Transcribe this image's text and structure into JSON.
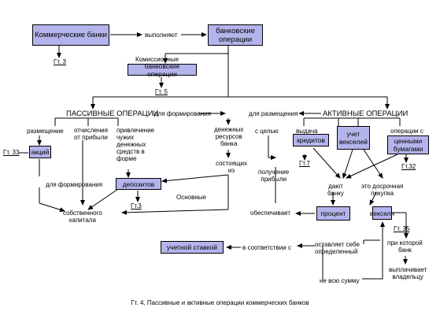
{
  "diagram": {
    "boxes": {
      "commercial_banks": "Коммерческие банки",
      "bank_operations": "банковские операции",
      "commission_ops": "банковские операции",
      "shares": "акций",
      "deposits": "депозитов",
      "credits": "кредитов",
      "bills": "учет векселей",
      "securities": "ценными бумагами",
      "percent": "процент",
      "bill": "векселя",
      "discount_rate": "учетной ставкой"
    },
    "labels": {
      "performs": "выполняют",
      "commission": "Комиссионные",
      "passive": "ПАССИВНЫЕ ОПЕРАЦИИ",
      "for_forming_top": "для формирования",
      "for_placement": "для размещения",
      "active": "АКТИВНЫЕ ОПЕРАЦИИ",
      "placement": "размещение",
      "deductions_1": "отчисления",
      "deductions_2": "от прибыли",
      "attract_1": "привлечение",
      "attract_2": "чужих",
      "attract_3": "денежных",
      "attract_4": "средств в",
      "attract_5": "форме",
      "money_1": "денежных",
      "money_2": "ресурсов",
      "money_3": "банка",
      "consist_1": "состоящих",
      "consist_2": "из",
      "aim": "с целью",
      "issue": "выдача",
      "ops_with": "операции с",
      "for_forming": "для формирования",
      "main": "Основные",
      "own_capital_1": "собственного",
      "own_capital_2": "капитала",
      "profit_1": "получение",
      "profit_2": "прибыли",
      "ensures": "обеспечивает",
      "give_bank_1": "дают",
      "give_bank_2": "банку",
      "early_buy_1": "это досрочная",
      "early_buy_2": "покупка",
      "at_which_1": "при которой",
      "at_which_2": "банк",
      "pays_1": "выплачивает",
      "pays_2": "владельцу",
      "keeps_1": "оставляет себе",
      "keeps_2": "определенный",
      "accordance": "в соответствии с",
      "not_whole": "не всю сумму"
    },
    "refs": {
      "r1": "Гт. 3",
      "r2": "Гт. 5",
      "r3": "Гт. 33",
      "r4": "Гт.3",
      "r5": "Гт.7",
      "r6": "Гт.32",
      "r7": "Гт. 35"
    },
    "caption": "Гт. 4. Пассивные и активные операции коммерческих банков"
  }
}
